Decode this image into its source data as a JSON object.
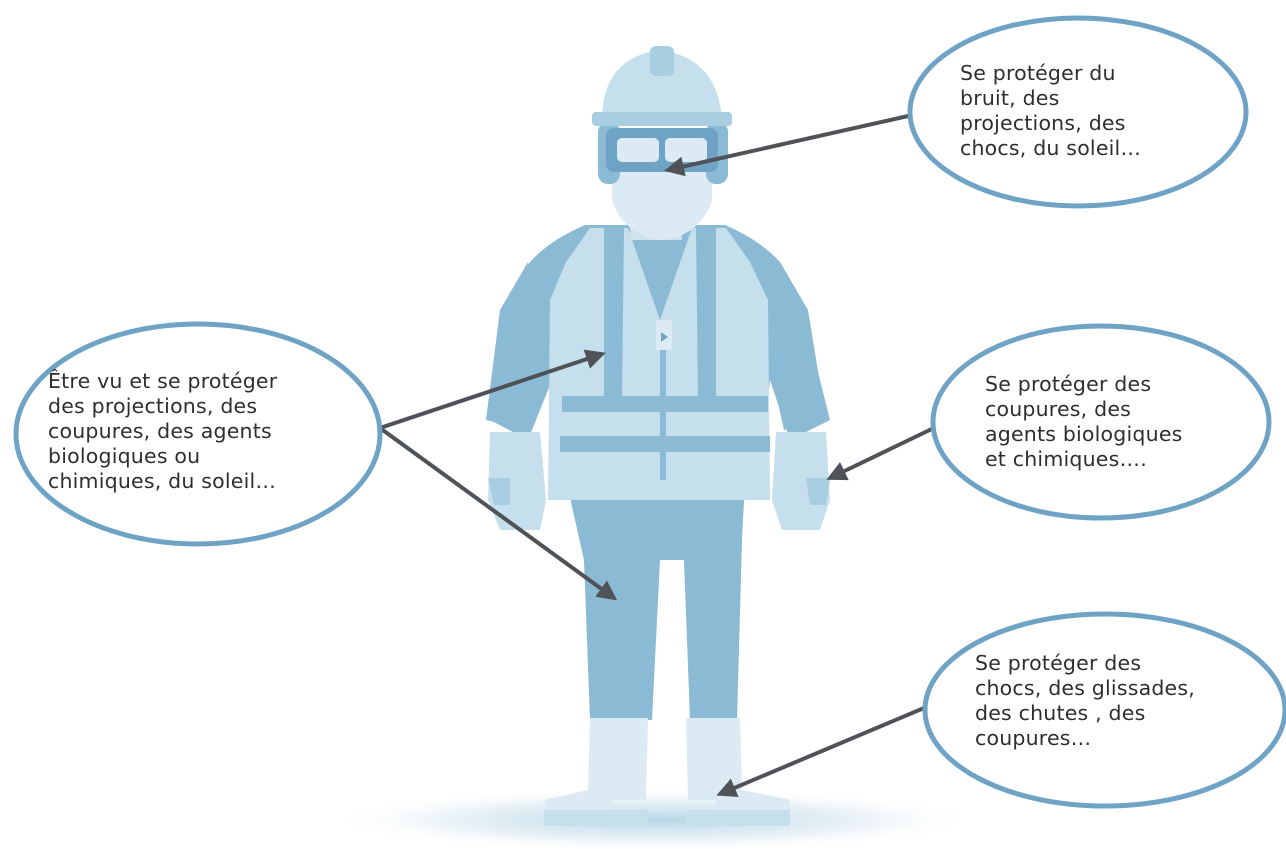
{
  "colors": {
    "bubble_stroke": "#6fa3c6",
    "arrow": "#4f5357",
    "figure_dark": "#8bbad5",
    "figure_mid": "#a9cde1",
    "figure_light": "#c5dfec",
    "figure_pale": "#dcebf3",
    "text": "#2e2e2e"
  },
  "figure": {
    "label": "worker-with-ppe"
  },
  "bubbles": {
    "head": {
      "lines": [
        "Se protéger du",
        "bruit,  des",
        "projections, des",
        "chocs, du soleil…"
      ]
    },
    "body": {
      "lines": [
        "Être vu et  se protéger",
        "des projections, des",
        "coupures, des agents",
        "biologiques  ou",
        "chimiques, du soleil…"
      ]
    },
    "hands": {
      "lines": [
        "Se protéger des",
        "coupures, des",
        "agents biologiques",
        "et chimiques…."
      ]
    },
    "feet": {
      "lines": [
        "Se protéger des",
        "chocs, des glissades,",
        "des chutes , des",
        "coupures…"
      ]
    }
  }
}
